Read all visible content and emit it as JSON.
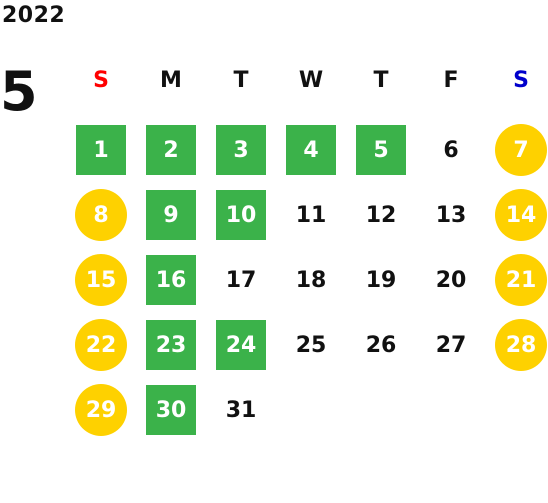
{
  "year": "2022",
  "month": "5",
  "colors": {
    "sunday": "#ff0000",
    "saturday": "#0000cc",
    "weekday": "#111111",
    "green": "#3bb24a",
    "yellow": "#fed100"
  },
  "weekdays": [
    {
      "label": "S",
      "kind": "sunday"
    },
    {
      "label": "M",
      "kind": "weekday"
    },
    {
      "label": "T",
      "kind": "weekday"
    },
    {
      "label": "W",
      "kind": "weekday"
    },
    {
      "label": "T",
      "kind": "weekday"
    },
    {
      "label": "F",
      "kind": "weekday"
    },
    {
      "label": "S",
      "kind": "saturday"
    }
  ],
  "weeks": [
    [
      {
        "day": "1",
        "style": "green"
      },
      {
        "day": "2",
        "style": "green"
      },
      {
        "day": "3",
        "style": "green"
      },
      {
        "day": "4",
        "style": "green"
      },
      {
        "day": "5",
        "style": "green"
      },
      {
        "day": "6",
        "style": "plain"
      },
      {
        "day": "7",
        "style": "yellow"
      }
    ],
    [
      {
        "day": "8",
        "style": "yellow"
      },
      {
        "day": "9",
        "style": "green"
      },
      {
        "day": "10",
        "style": "green"
      },
      {
        "day": "11",
        "style": "plain"
      },
      {
        "day": "12",
        "style": "plain"
      },
      {
        "day": "13",
        "style": "plain"
      },
      {
        "day": "14",
        "style": "yellow"
      }
    ],
    [
      {
        "day": "15",
        "style": "yellow"
      },
      {
        "day": "16",
        "style": "green"
      },
      {
        "day": "17",
        "style": "plain"
      },
      {
        "day": "18",
        "style": "plain"
      },
      {
        "day": "19",
        "style": "plain"
      },
      {
        "day": "20",
        "style": "plain"
      },
      {
        "day": "21",
        "style": "yellow"
      }
    ],
    [
      {
        "day": "22",
        "style": "yellow"
      },
      {
        "day": "23",
        "style": "green"
      },
      {
        "day": "24",
        "style": "green"
      },
      {
        "day": "25",
        "style": "plain"
      },
      {
        "day": "26",
        "style": "plain"
      },
      {
        "day": "27",
        "style": "plain"
      },
      {
        "day": "28",
        "style": "yellow"
      }
    ],
    [
      {
        "day": "29",
        "style": "yellow"
      },
      {
        "day": "30",
        "style": "green"
      },
      {
        "day": "31",
        "style": "plain"
      }
    ]
  ]
}
